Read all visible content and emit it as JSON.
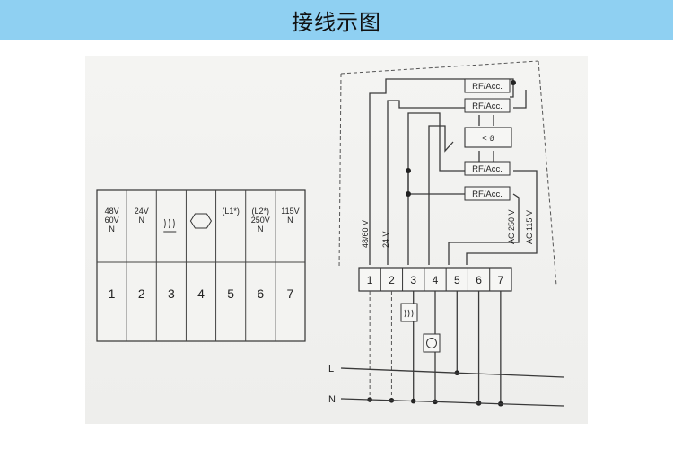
{
  "header": {
    "title": "接线示图"
  },
  "terminal_table": {
    "cells": [
      {
        "label_lines": [
          "48V",
          "60V",
          "N"
        ],
        "number": "1",
        "icon": ""
      },
      {
        "label_lines": [
          "24V",
          "N"
        ],
        "number": "2",
        "icon": ""
      },
      {
        "label_lines": [],
        "number": "3",
        "icon": "heater-icon"
      },
      {
        "label_lines": [],
        "number": "4",
        "icon": "pump-icon"
      },
      {
        "label_lines": [
          "(L1*)"
        ],
        "number": "5",
        "icon": ""
      },
      {
        "label_lines": [
          "(L2*)",
          "250V",
          "N"
        ],
        "number": "6",
        "icon": ""
      },
      {
        "label_lines": [
          "115V",
          "N"
        ],
        "number": "7",
        "icon": ""
      }
    ]
  },
  "schematic": {
    "relay_boxes": [
      "RF/Acc.",
      "RF/Acc.",
      "RF/Acc.",
      "RF/Acc."
    ],
    "switch_symbol": "< ϑ",
    "voltage_labels": [
      "48/60 V",
      "24 V",
      "AC 250 V",
      "AC 115 V"
    ],
    "terminals": [
      "1",
      "2",
      "3",
      "4",
      "5",
      "6",
      "7"
    ],
    "rails": [
      "L",
      "N"
    ]
  },
  "colors": {
    "header_bg": "#8fd0f2",
    "ink": "#3a3a3a"
  }
}
